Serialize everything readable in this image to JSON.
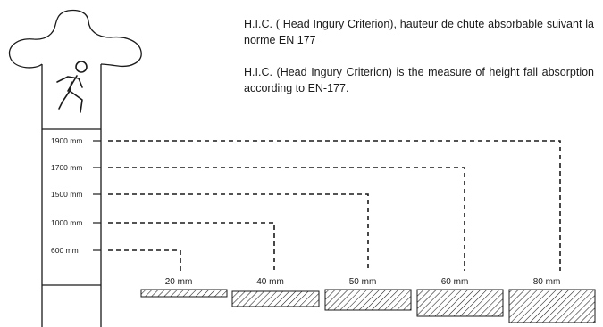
{
  "description": {
    "fr": "H.I.C. ( Head Ingury Criterion), hauteur de chute absorbable suivant la norme EN 177",
    "en": "H.I.C. (Head Ingury Criterion) is the measure of height fall absorption according to EN-177."
  },
  "heights": [
    "1900 mm",
    "1700 mm",
    "1500 mm",
    "1000 mm",
    "600 mm"
  ],
  "thicknesses": [
    "20 mm",
    "40 mm",
    "50 mm",
    "60 mm",
    "80 mm"
  ],
  "pairs": [
    {
      "height": "600 mm",
      "thickness": "20 mm"
    },
    {
      "height": "1000 mm",
      "thickness": "40 mm"
    },
    {
      "height": "1500 mm",
      "thickness": "50 mm"
    },
    {
      "height": "1700 mm",
      "thickness": "60 mm"
    },
    {
      "height": "1900 mm",
      "thickness": "80 mm"
    }
  ],
  "icons": [
    "playground-post-icon",
    "running-child-icon"
  ],
  "colors": {
    "ink": "#1a1a1a",
    "background": "#ffffff"
  }
}
